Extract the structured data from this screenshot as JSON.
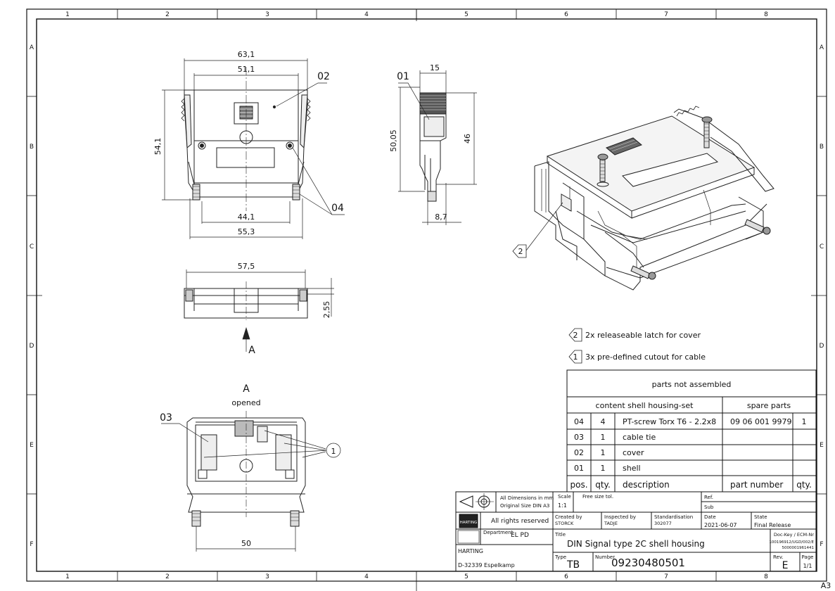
{
  "frame": {
    "columns": [
      "1",
      "2",
      "3",
      "4",
      "5",
      "6",
      "7",
      "8"
    ],
    "rows": [
      "A",
      "B",
      "C",
      "D",
      "E",
      "F"
    ],
    "sheet_size": "A3"
  },
  "views": {
    "front": {
      "dims": [
        "63,1",
        "51,1",
        "54,1",
        "44,1",
        "55,3"
      ],
      "labels": [
        "02",
        "04"
      ]
    },
    "side": {
      "dims": [
        "15",
        "50,05",
        "46",
        "8,7"
      ],
      "labels": [
        "01"
      ]
    },
    "bottom": {
      "dims": [
        "57,5",
        "2,55"
      ],
      "view_arrow": "A"
    },
    "opened": {
      "title": "A",
      "subtitle": "opened",
      "dims": [
        "50"
      ],
      "labels": [
        "03",
        "1"
      ]
    },
    "iso": {
      "labels": [
        "2"
      ]
    }
  },
  "notes": [
    {
      "num": "2",
      "text": "2x releaseable latch for cover"
    },
    {
      "num": "1",
      "text": "3x pre-defined cutout for cable"
    }
  ],
  "parts_table": {
    "title": "parts not assembled",
    "group_left": "content shell housing-set",
    "group_right": "spare parts",
    "headers": [
      "pos.",
      "qty.",
      "description",
      "part number",
      "qty."
    ],
    "rows": [
      {
        "pos": "04",
        "qty": "4",
        "desc": "PT-screw Torx T6 - 2.2x8",
        "partno": "09 06 001 9979",
        "qty2": "1"
      },
      {
        "pos": "03",
        "qty": "1",
        "desc": "cable tie",
        "partno": "",
        "qty2": ""
      },
      {
        "pos": "02",
        "qty": "1",
        "desc": "cover",
        "partno": "",
        "qty2": ""
      },
      {
        "pos": "01",
        "qty": "1",
        "desc": "shell",
        "partno": "",
        "qty2": ""
      }
    ]
  },
  "title_block": {
    "dims_note_1": "All Dimensions in mm",
    "dims_note_2": "Original Size DIN A3",
    "scale_label": "Scale",
    "scale_value": "1:1",
    "tolerance": "Free size tol.",
    "ref_label": "Ref.",
    "sub_label": "Sub",
    "rights": "All rights reserved",
    "logo_text": "HARTING",
    "created_label": "Created by",
    "created_value": "STORCK",
    "inspected_label": "Inspected by",
    "inspected_value": "TADJE",
    "standard_label": "Standardisation",
    "standard_value": "302077",
    "date_label": "Date",
    "date_value": "2021-06-07",
    "state_label": "State",
    "state_value": "Final Release",
    "department_label": "Department",
    "department_value": "EL PD",
    "title_label": "Title",
    "title_value": "DIN Signal type 2C shell housing",
    "dockey_label": "Doc-Key / ECM-Nr",
    "dockey_value_1": "100196912/UGD/002/E",
    "dockey_value_2": "5000001961441",
    "company": "HARTING",
    "address": "D-32339 Espelkamp",
    "type_label": "Type",
    "type_value": "TB",
    "number_label": "Number",
    "number_value": "09230480501",
    "rev_label": "Rev.",
    "rev_value": "E",
    "page_label": "Page",
    "page_value": "1/1"
  }
}
